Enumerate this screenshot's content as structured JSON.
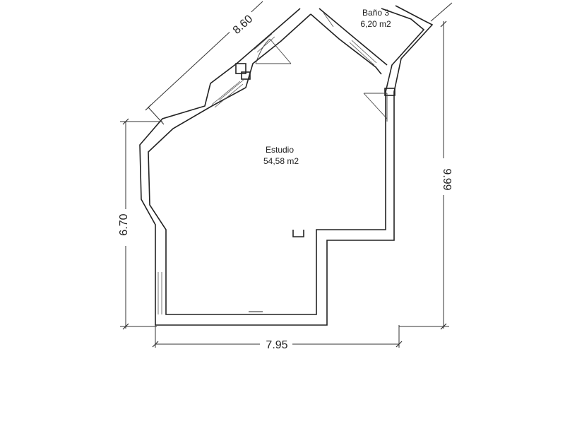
{
  "rooms": [
    {
      "name": "Baño 3",
      "area": "6,20 m2"
    },
    {
      "name": "Estudio",
      "area": "54,58 m2"
    }
  ],
  "dimensions": {
    "top": "8.60",
    "left": "6.70",
    "right": "9.99",
    "bottom": "7.95"
  },
  "colors": {
    "wall": "#222222",
    "background": "#ffffff"
  }
}
